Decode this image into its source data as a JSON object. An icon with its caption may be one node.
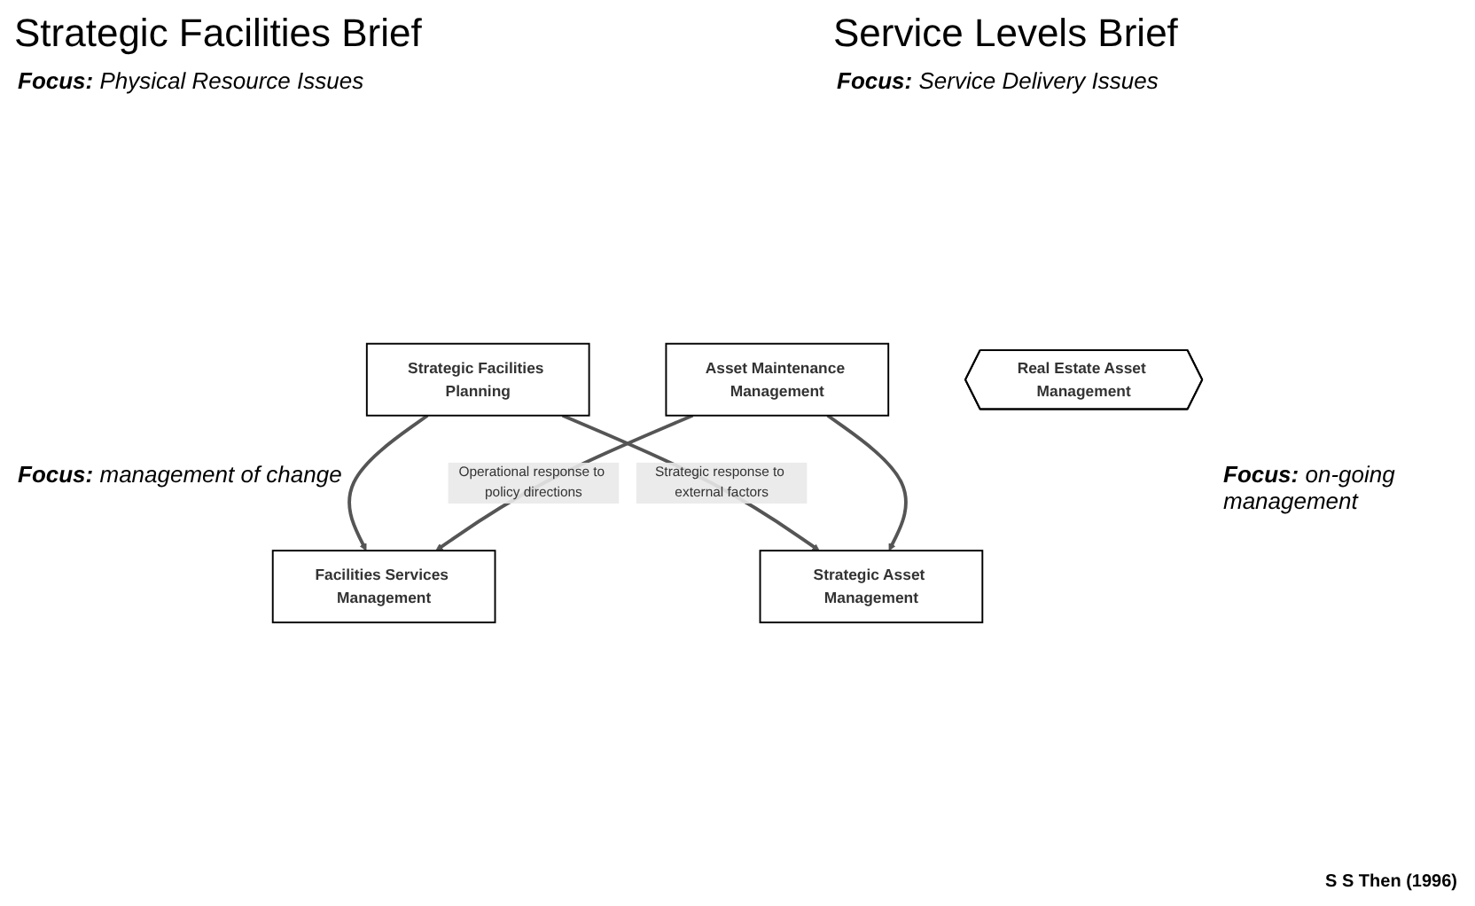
{
  "diagram": {
    "nodes": [
      {
        "text": [
          "Strategic Facilities Planning"
        ]
      },
      {
        "text": [
          "Facilities Services Management"
        ]
      },
      {
        "text": [
          "Real Estate Asset Management"
        ]
      },
      {
        "text": [
          "Strategic Asset Management"
        ]
      },
      {
        "text": [
          "Asset Maintenance Management"
        ]
      }
    ],
    "edges": [
      {
        "from": 0,
        "to": 1,
        "arrow": "to"
      },
      {
        "from": 0,
        "to": 3,
        "arrow": "to",
        "label": "Strategic response to external factors"
      },
      {
        "from": 4,
        "to": 1,
        "arrow": "to",
        "label": "Operational response to policy directions"
      },
      {
        "from": 4,
        "to": 3,
        "arrow": "to"
      }
    ],
    "labels": [
      "Strategic Facilities Brief",
      "**Focus:** Physical Resource Issues",
      "Service Levels Brief",
      "**Focus:** Service Delivery Issues",
      "**Focus:** management of change",
      "**Focus:** on-going management",
      "S S Then (1996)"
    ]
  }
}
